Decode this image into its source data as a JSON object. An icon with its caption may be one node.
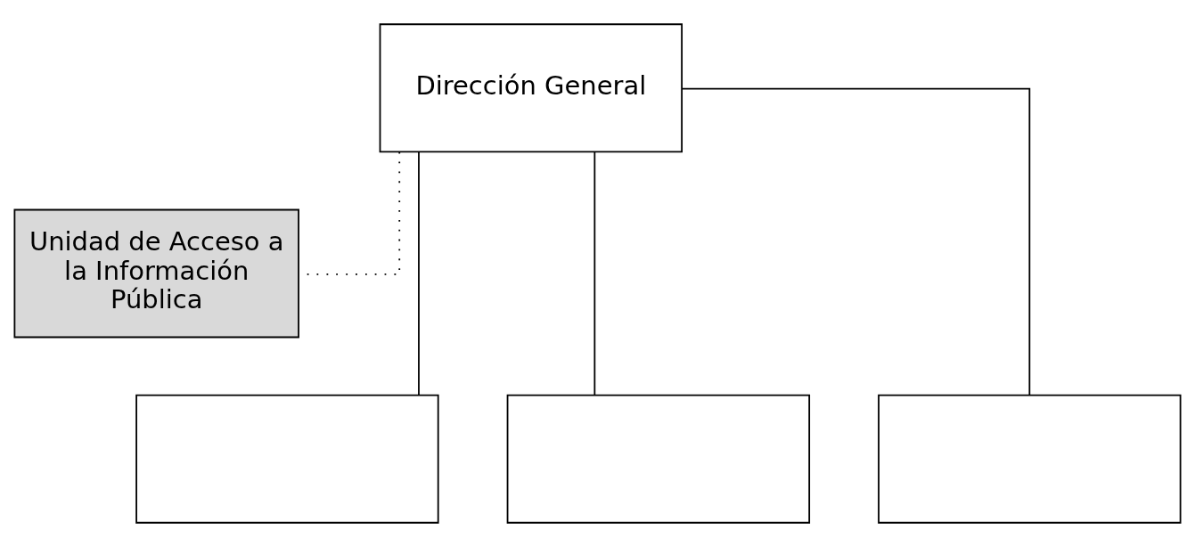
{
  "diagram": {
    "nodes": [
      {
        "text": [
          "Dirección General"
        ]
      },
      {
        "text": [
          "Unidad de Acceso a la Información Pública"
        ]
      },
      {
        "text": [],
        "shape": "box"
      },
      {
        "text": [],
        "shape": "box"
      },
      {
        "text": [],
        "shape": "box"
      }
    ],
    "edges": [
      {
        "from": 0,
        "to": 1,
        "arrow": "none",
        "style": "dashed"
      },
      {
        "from": 0,
        "to": 2,
        "arrow": "none"
      },
      {
        "from": 0,
        "to": 3,
        "arrow": "none"
      },
      {
        "from": 0,
        "to": 4,
        "arrow": "none"
      }
    ]
  }
}
